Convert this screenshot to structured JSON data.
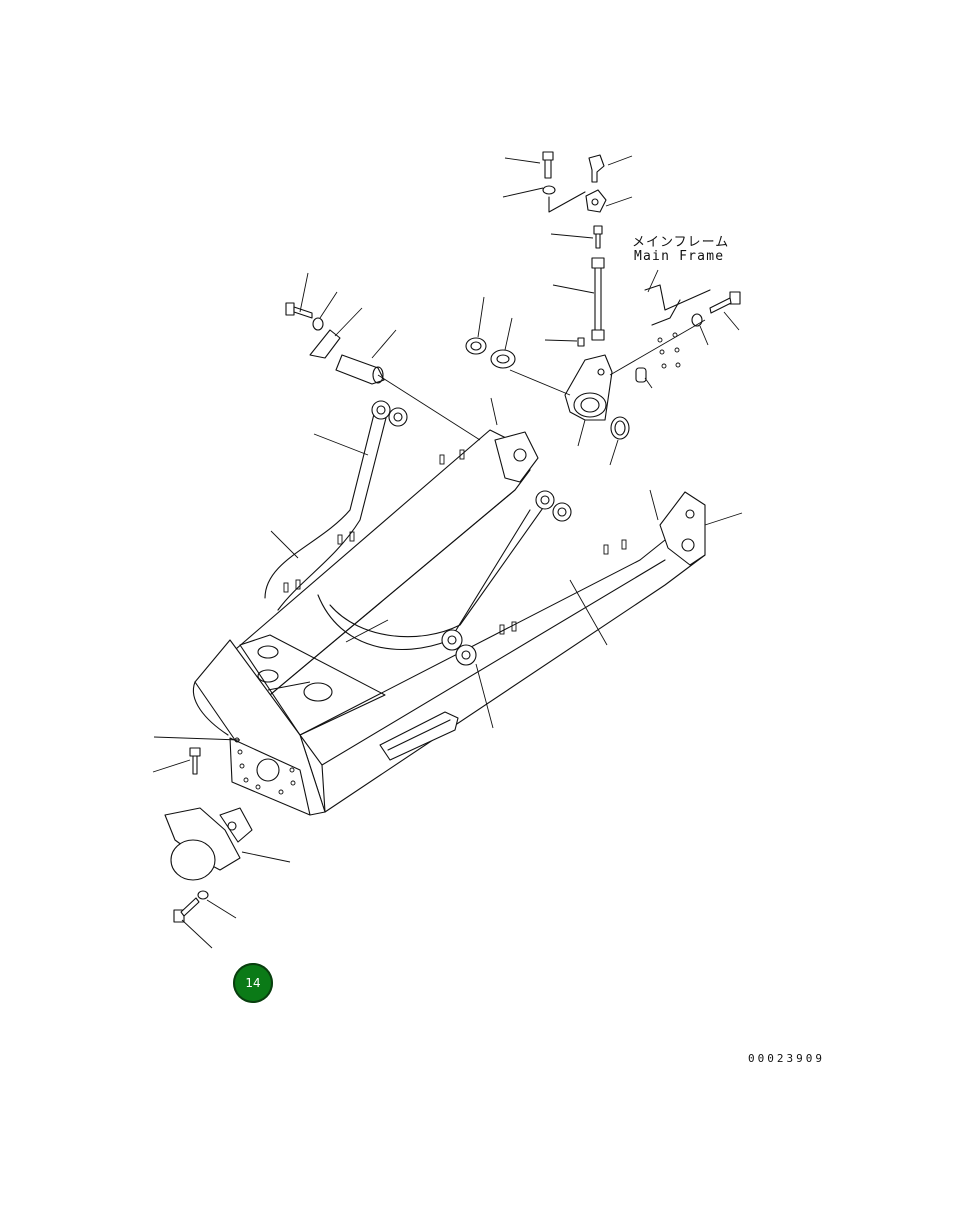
{
  "diagram": {
    "callout_jp": "メインフレーム",
    "callout_en": "Main Frame",
    "document_number": "00023909",
    "page_badge": "14",
    "badge_color": "#0b7a17"
  }
}
